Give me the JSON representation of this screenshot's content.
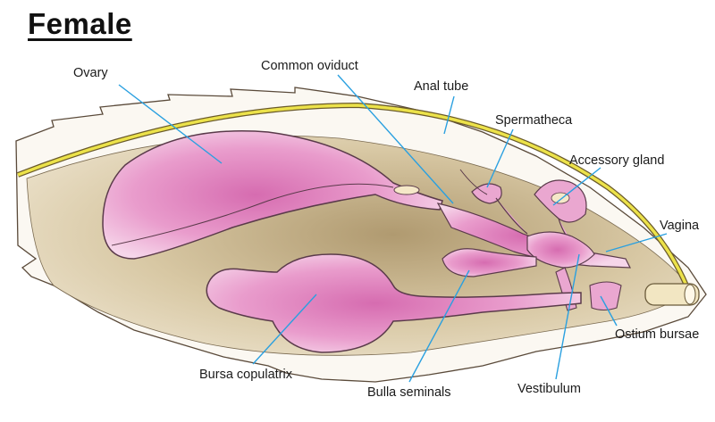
{
  "title": "Female",
  "labels": {
    "ovary": "Ovary",
    "common_oviduct": "Common oviduct",
    "anal_tube": "Anal tube",
    "spermatheca": "Spermatheca",
    "accessory_gland": "Accessory gland",
    "vagina": "Vagina",
    "ostium_bursae": "Ostium bursae",
    "bursa_copulatrix": "Bursa copulatrix",
    "bulla_seminals": "Bulla seminals",
    "vestibulum": "Vestibulum"
  },
  "colors": {
    "organ_pink": "#e59ac8",
    "organ_outline": "#5a3a4a",
    "body_tan": "#c9b48c",
    "tube_yellow": "#ece24a",
    "pointer_line": "#2aa0e0"
  }
}
